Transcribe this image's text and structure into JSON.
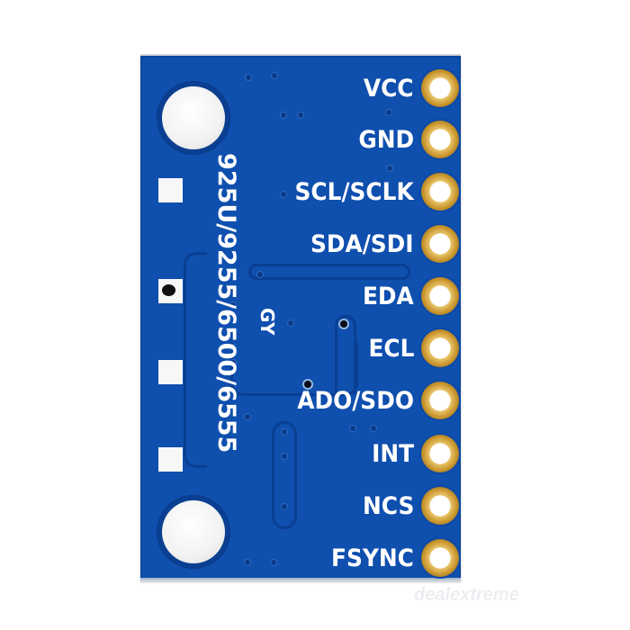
{
  "image": {
    "subject": "GY-9250 style IMU breakout board (back side)",
    "board_color": "#0f4fae",
    "pad_color": "#c9962e",
    "silkscreen_color": "#ffffff"
  },
  "pins": [
    {
      "label": "VCC"
    },
    {
      "label": "GND"
    },
    {
      "label": "SCL/SCLK"
    },
    {
      "label": "SDA/SDI"
    },
    {
      "label": "EDA"
    },
    {
      "label": "ECL"
    },
    {
      "label": "ADO/SDO"
    },
    {
      "label": "INT"
    },
    {
      "label": "NCS"
    },
    {
      "label": "FSYNC"
    }
  ],
  "silkscreen": {
    "model_list": "925U/9255/6500/6555",
    "brand": "GY"
  },
  "watermark": "dealextreme"
}
